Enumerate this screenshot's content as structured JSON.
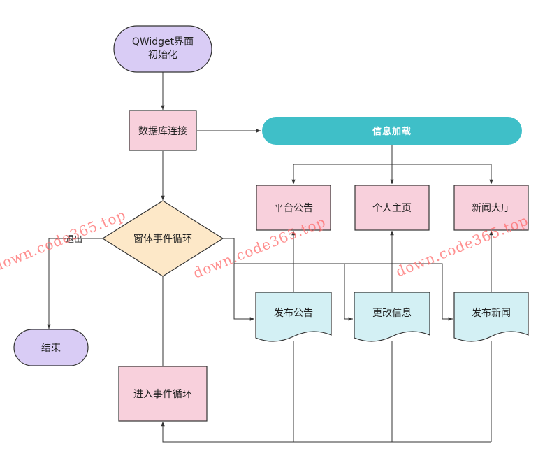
{
  "nodes": {
    "qwidget_init": {
      "line1": "QWidget界面",
      "line2": "初始化"
    },
    "db_connect": "数据库连接",
    "info_loading": "信息加载",
    "platform_notice": "平台公告",
    "personal_home": "个人主页",
    "news_hall": "新闻大厅",
    "window_loop": "窗体事件循环",
    "exit_label": "退出",
    "end": "结束",
    "publish_notice": "发布公告",
    "update_info": "更改信息",
    "publish_news": "发布新闻",
    "enter_loop": "进入事件循环"
  },
  "watermark": "down.code365.top",
  "colors": {
    "terminal_fill": "#d9ccf5",
    "terminal_stroke": "#333333",
    "process_fill": "#f8d0dc",
    "decision_fill": "#fde8c8",
    "info_fill": "#3fbfc8",
    "document_fill": "#d3f0f4",
    "edge": "#333333",
    "watermark": "#ff6a6a"
  }
}
